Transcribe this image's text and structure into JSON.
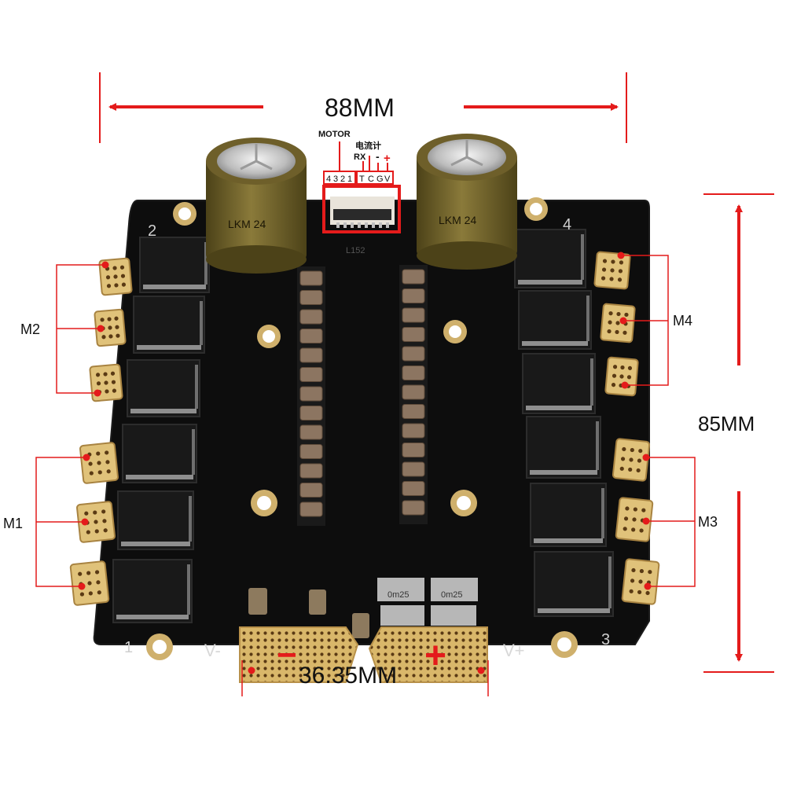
{
  "dimensions": {
    "width": "88MM",
    "height": "85MM",
    "terminal_spacing": "36.35MM"
  },
  "connector": {
    "motor_label": "MOTOR",
    "current_meter_label": "电流计",
    "rx_label": "RX",
    "minus_label": "-",
    "plus_label": "+",
    "motor_pins": [
      "4",
      "3",
      "2",
      "1"
    ],
    "signal_pins": [
      "T",
      "C",
      "G",
      "V"
    ]
  },
  "motor_groups": [
    "M1",
    "M2",
    "M3",
    "M4"
  ],
  "board": {
    "corner_numbers": [
      "1",
      "2",
      "3",
      "4"
    ],
    "power_minus": "V-",
    "power_plus": "V+",
    "pad_minus": "−",
    "pad_plus": "+",
    "silkscreen": "L152",
    "capacitor_marking": "LKM 24",
    "resistor_marking": "0m25"
  },
  "colors": {
    "pcb": "#0d0d0d",
    "gold": "#d9b76a",
    "arrow_red": "#e41b1b",
    "capacitor": "#6e5f2a",
    "highlight_box": "#e41b1b"
  }
}
